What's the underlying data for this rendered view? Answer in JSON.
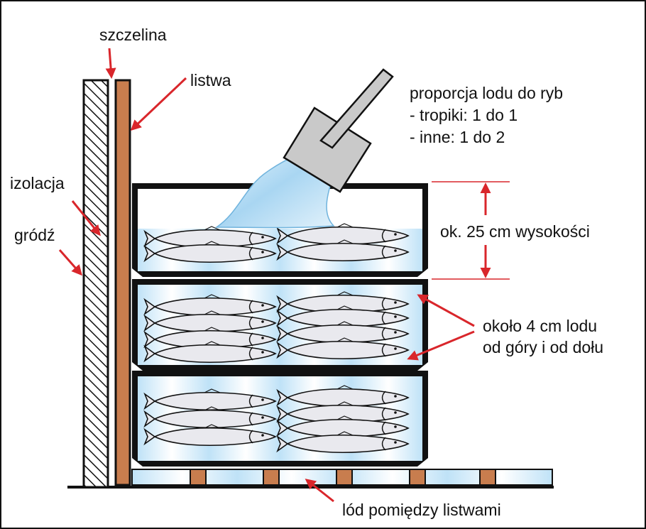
{
  "labels": {
    "slot": "szczelina",
    "batten": "listwa",
    "insulation": "izolacja",
    "bulkhead": "gródź",
    "ratio_title": "proporcja lodu do ryb",
    "ratio_tropics": "- tropiki: 1 do 1",
    "ratio_other": "- inne: 1 do 2",
    "height_note": "ok. 25 cm wysokości",
    "ice_layer_line1": "około 4 cm lodu",
    "ice_layer_line2": "od góry i od dołu",
    "ice_between": "lód pomiędzy listwami"
  },
  "colors": {
    "arrow": "#d9262b",
    "wood": "#c87d4e",
    "ice": "#d9eefa",
    "fish": "#e9e9ee",
    "shovel": "#c9c9c9",
    "box_edge": "#111111"
  },
  "icons": {
    "shovel": "shovel-icon",
    "fish": "fish-icon"
  }
}
